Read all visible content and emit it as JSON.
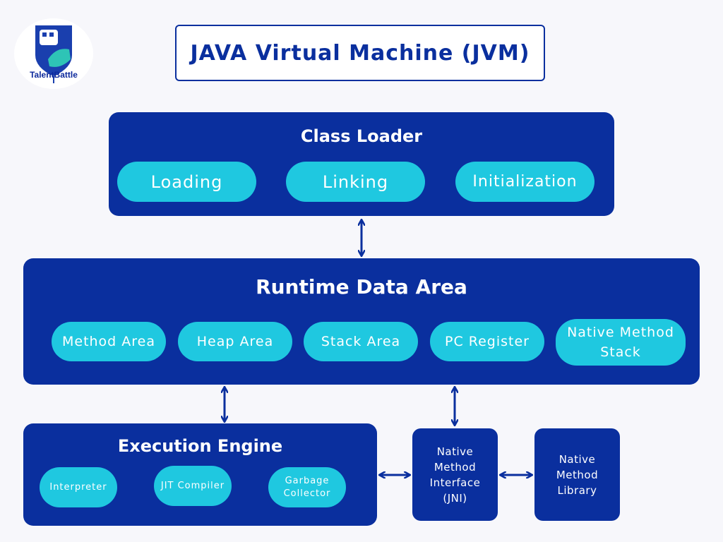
{
  "brand": {
    "name": "TalentBattle"
  },
  "title": "JAVA Virtual Machine (JVM)",
  "class_loader": {
    "title": "Class Loader",
    "items": [
      "Loading",
      "Linking",
      "Initialization"
    ]
  },
  "runtime_data_area": {
    "title": "Runtime Data Area",
    "items": [
      "Method Area",
      "Heap Area",
      "Stack Area",
      "PC Register",
      "Native Method\nStack"
    ]
  },
  "execution_engine": {
    "title": "Execution Engine",
    "items": [
      "Interpreter",
      "JIT Compiler",
      "Garbage\nCollector"
    ]
  },
  "jni": {
    "label": "Native\nMethod\nInterface\n(JNI)"
  },
  "native_library": {
    "label": "Native\nMethod\nLibrary"
  },
  "colors": {
    "primary": "#0a2f9e",
    "accent": "#1fc8e0",
    "background": "#f7f7fb"
  }
}
